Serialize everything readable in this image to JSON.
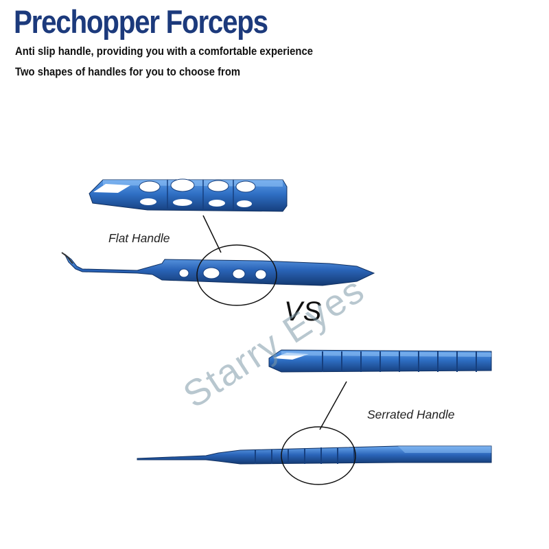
{
  "title": "Prechopper Forceps",
  "features": [
    "Anti slip handle, providing you with a comfortable experience",
    "Two shapes of handles for you to choose from"
  ],
  "flat": {
    "label": "Flat Handle"
  },
  "serrated": {
    "label": "Serrated Handle"
  },
  "vs": "VS",
  "watermark": "Starry Eyes",
  "colors": {
    "title": "#1c3a7c",
    "instrument": "#2f6fc4",
    "instrument_dark": "#163f7e",
    "watermark": "#7f9aa8"
  },
  "icons": [
    "flat-handle-forceps-image",
    "serrated-handle-forceps-image",
    "magnifier-circle"
  ]
}
